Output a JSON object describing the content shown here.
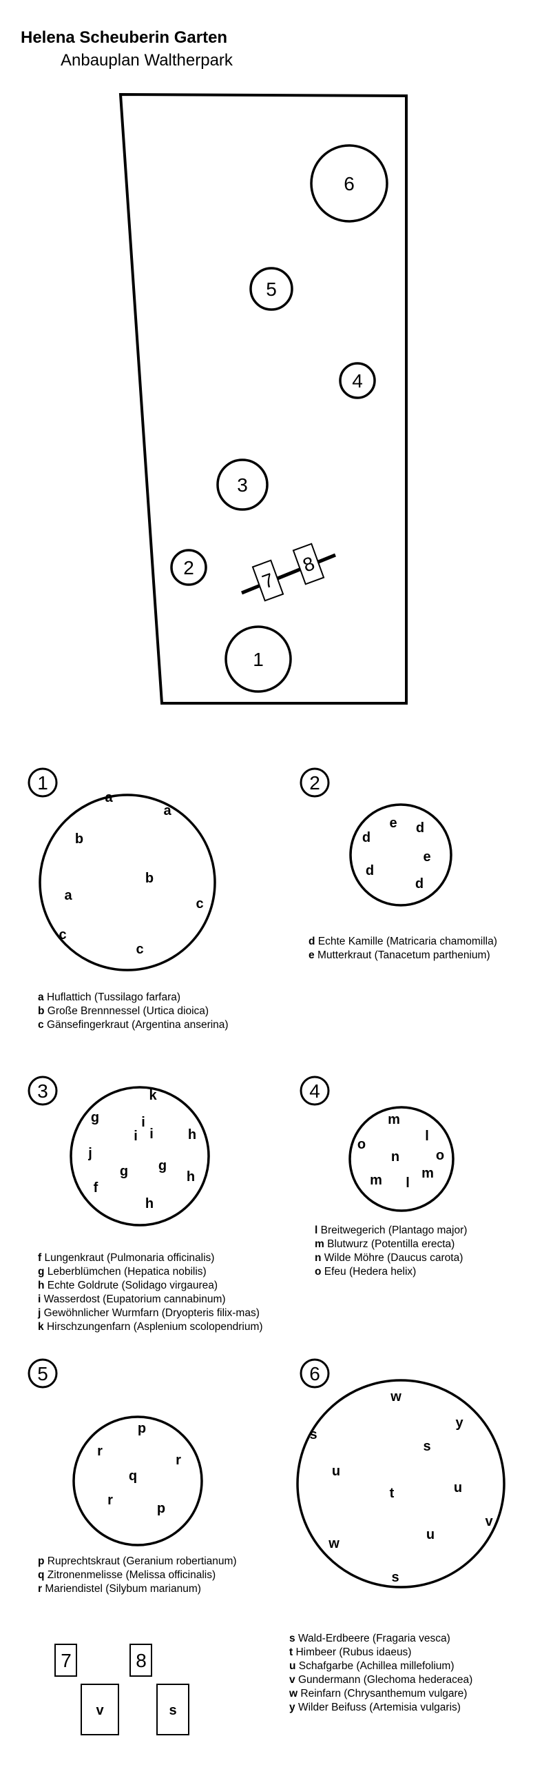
{
  "header": {
    "title": "Helena Scheuberin Garten",
    "subtitle": "Anbauplan Waltherpark"
  },
  "plan": {
    "beds": [
      "1",
      "2",
      "3",
      "4",
      "5",
      "6"
    ],
    "boxes": [
      "7",
      "8"
    ]
  },
  "beds": [
    {
      "number": "1",
      "plants": [
        "a",
        "a",
        "b",
        "a",
        "b",
        "c",
        "c",
        "c"
      ],
      "legend": [
        {
          "key": "a",
          "text": "Huflattich (Tussilago farfara)"
        },
        {
          "key": "b",
          "text": "Große Brennnessel (Urtica dioica)"
        },
        {
          "key": "c",
          "text": "Gänsefingerkraut (Argentina anserina)"
        }
      ]
    },
    {
      "number": "2",
      "plants": [
        "e",
        "d",
        "d",
        "e",
        "d",
        "d"
      ],
      "legend": [
        {
          "key": "d",
          "text": "Echte Kamille (Matricaria chamomilla)"
        },
        {
          "key": "e",
          "text": "Mutterkraut (Tanacetum parthenium)"
        }
      ]
    },
    {
      "number": "3",
      "plants": [
        "k",
        "g",
        "i",
        "i",
        "i",
        "h",
        "j",
        "g",
        "g",
        "h",
        "f",
        "h"
      ],
      "legend": [
        {
          "key": "f",
          "text": "Lungenkraut (Pulmonaria officinalis)"
        },
        {
          "key": "g",
          "text": "Leberblümchen (Hepatica nobilis)"
        },
        {
          "key": "h",
          "text": "Echte Goldrute (Solidago virgaurea)"
        },
        {
          "key": "i",
          "text": "Wasserdost (Eupatorium cannabinum)"
        },
        {
          "key": "j",
          "text": "Gewöhnlicher Wurmfarn (Dryopteris filix-mas)"
        },
        {
          "key": "k",
          "text": "Hirschzungenfarn (Asplenium scolopendrium)"
        }
      ]
    },
    {
      "number": "4",
      "plants": [
        "m",
        "l",
        "o",
        "n",
        "o",
        "m",
        "m",
        "l"
      ],
      "legend": [
        {
          "key": "l",
          "text": "Breitwegerich (Plantago major)"
        },
        {
          "key": "m",
          "text": "Blutwurz (Potentilla erecta)"
        },
        {
          "key": "n",
          "text": "Wilde Möhre (Daucus carota)"
        },
        {
          "key": "o",
          "text": "Efeu (Hedera helix)"
        }
      ]
    },
    {
      "number": "5",
      "plants": [
        "p",
        "r",
        "r",
        "q",
        "r",
        "p"
      ],
      "legend": [
        {
          "key": "p",
          "text": "Ruprechtskraut (Geranium robertianum)"
        },
        {
          "key": "q",
          "text": "Zitronenmelisse (Melissa officinalis)"
        },
        {
          "key": "r",
          "text": "Mariendistel (Silybum marianum)"
        }
      ]
    },
    {
      "number": "6",
      "plants": [
        "w",
        "y",
        "s",
        "s",
        "u",
        "u",
        "t",
        "v",
        "u",
        "w",
        "s"
      ],
      "legend": [
        {
          "key": "s",
          "text": "Wald-Erdbeere (Fragaria vesca)"
        },
        {
          "key": "t",
          "text": "Himbeer (Rubus idaeus)"
        },
        {
          "key": "u",
          "text": "Schafgarbe (Achillea millefolium)"
        },
        {
          "key": "v",
          "text": "Gundermann (Glechoma hederacea)"
        },
        {
          "key": "w",
          "text": "Reinfarn (Chrysanthemum vulgare)"
        },
        {
          "key": "y",
          "text": "Wilder Beifuss (Artemisia vulgaris)"
        }
      ]
    }
  ],
  "boxes": [
    {
      "number": "7",
      "plant": "v"
    },
    {
      "number": "8",
      "plant": "s"
    }
  ]
}
